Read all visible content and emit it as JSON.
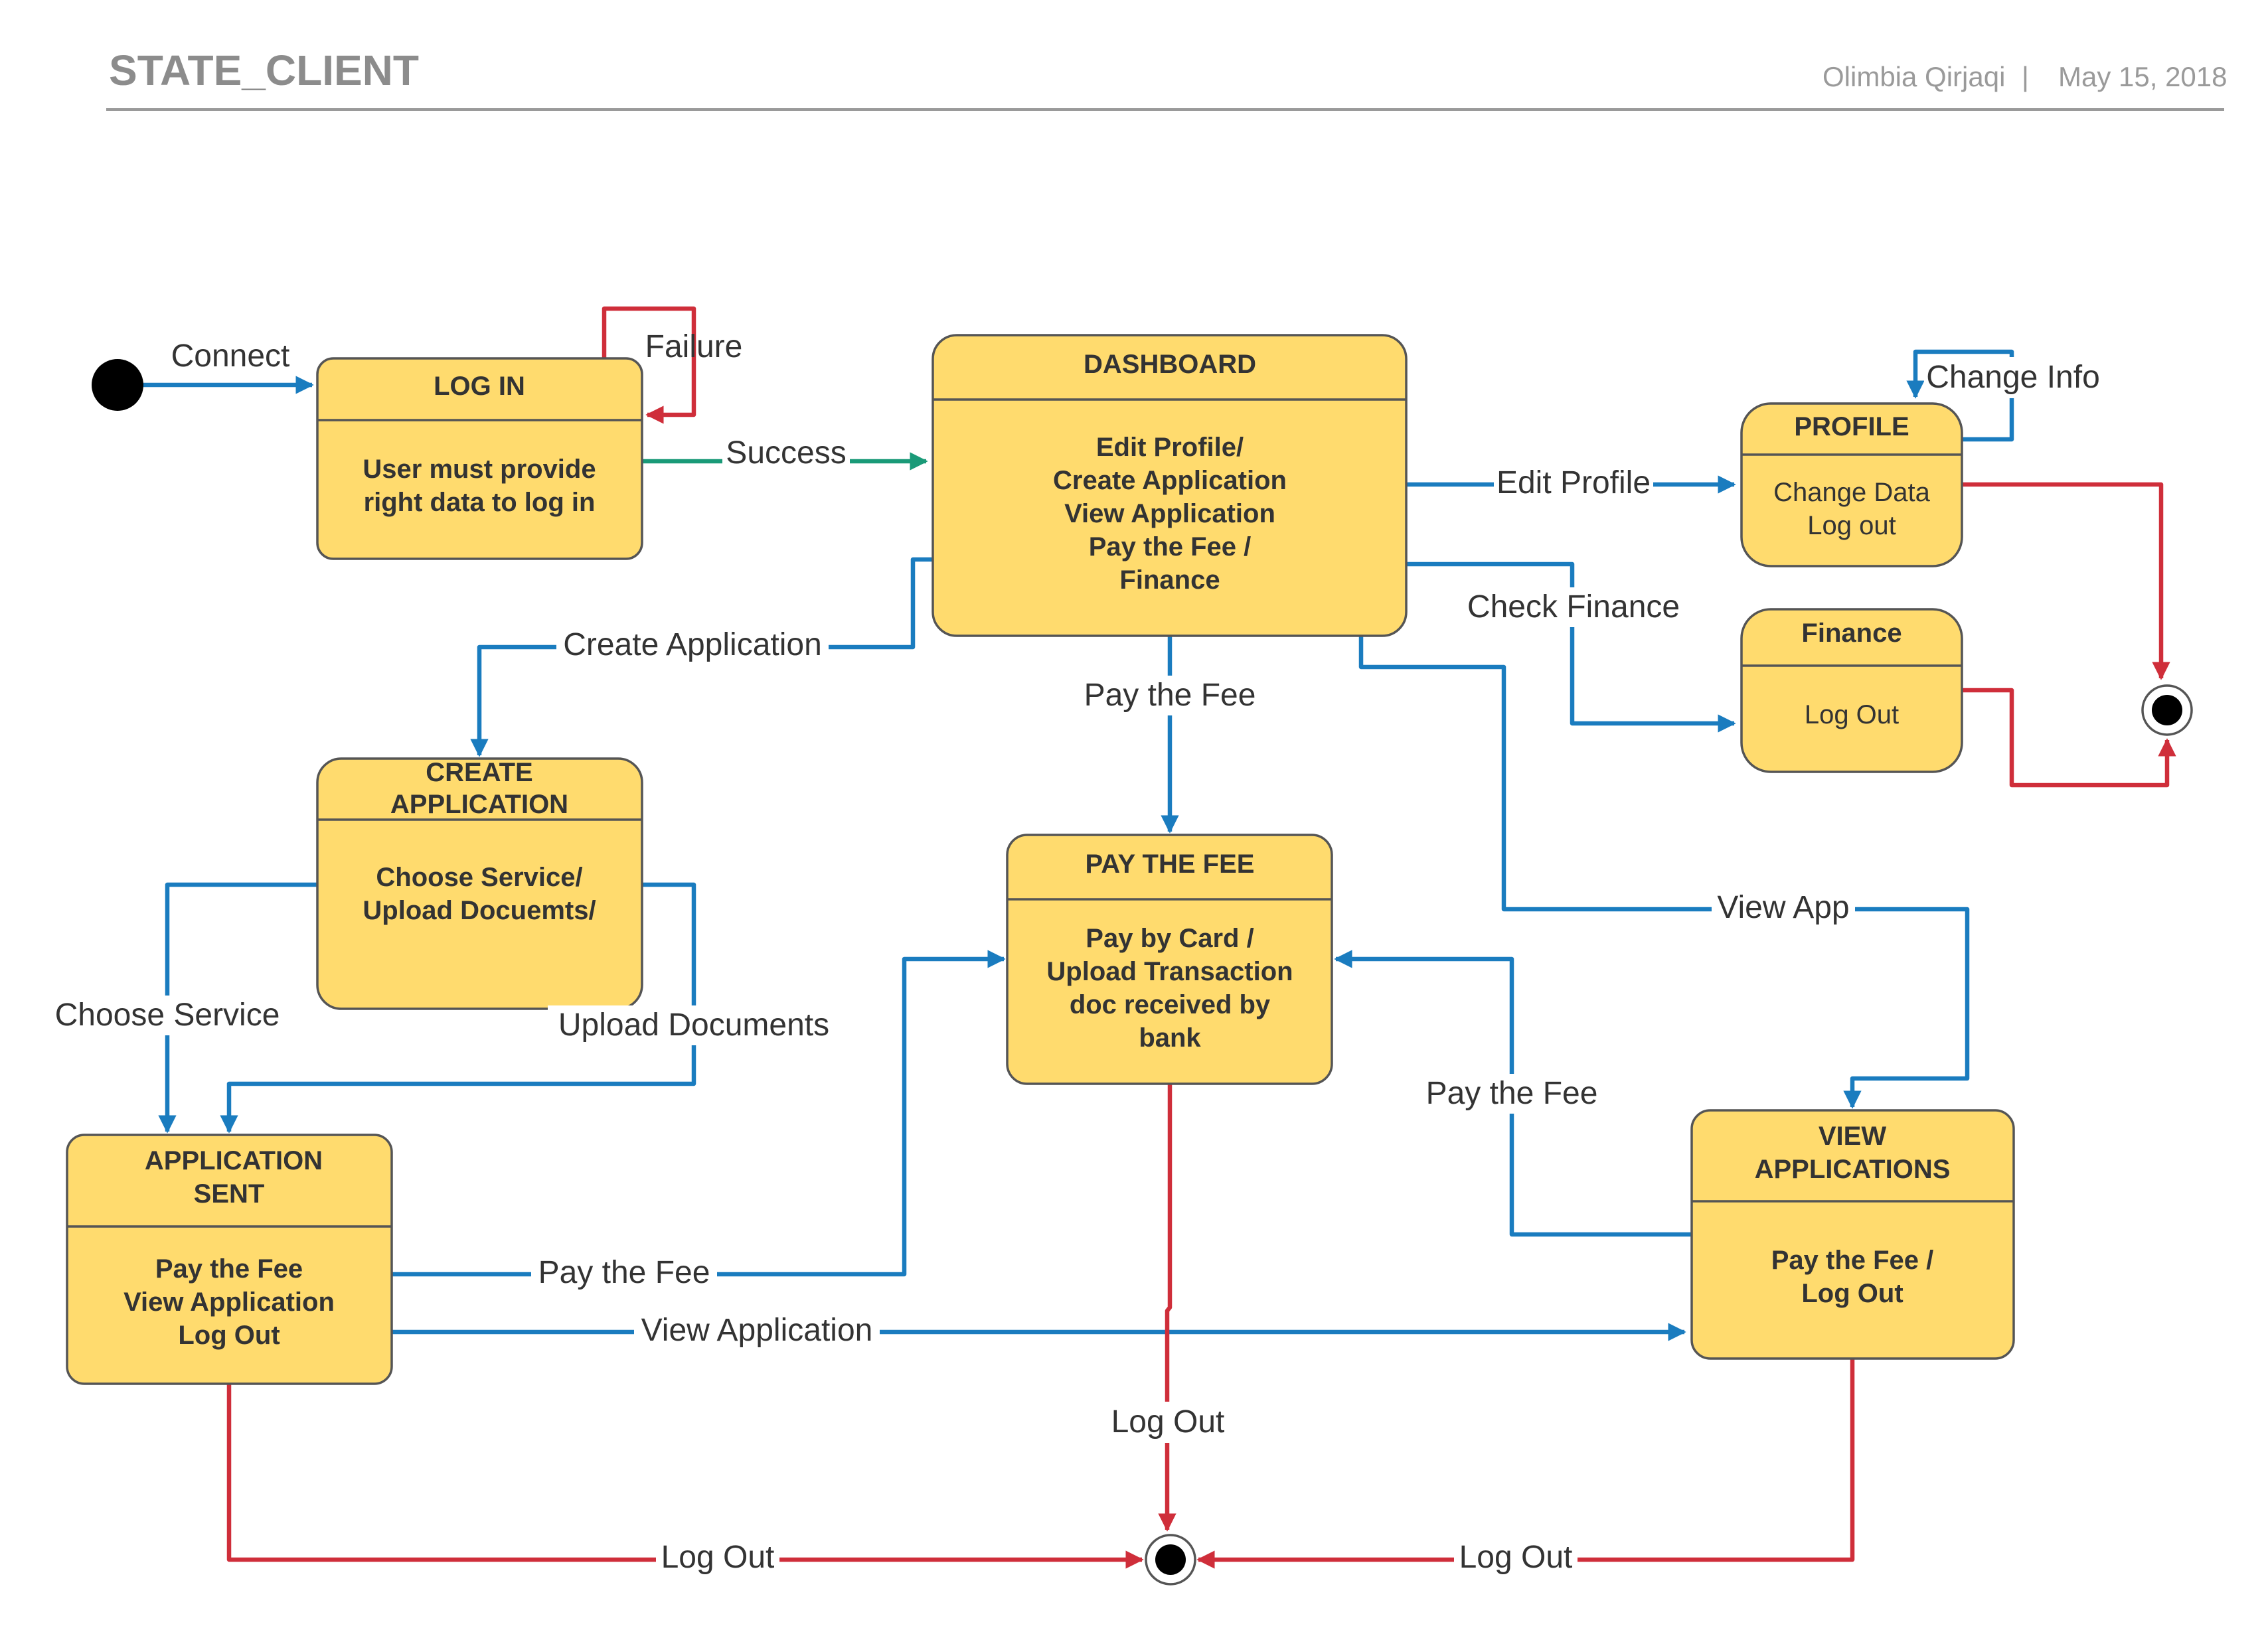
{
  "header": {
    "title": "STATE_CLIENT",
    "author": "Olimbia Qirjaqi",
    "separator": "|",
    "date": "May 15, 2018"
  },
  "colors": {
    "state_fill": "#ffdb6e",
    "state_stroke": "#555555",
    "transition_blue": "#1a7cbf",
    "transition_red": "#cf2e3a",
    "transition_green": "#1a9a78"
  },
  "states": {
    "login": {
      "title": "LOG IN",
      "body": [
        "User must provide",
        "right data to log in"
      ]
    },
    "dashboard": {
      "title": "DASHBOARD",
      "body": [
        "Edit Profile/",
        "Create Application",
        "View Application",
        "Pay the Fee /",
        "Finance"
      ]
    },
    "profile": {
      "title": "PROFILE",
      "body": [
        "Change Data",
        "Log out"
      ]
    },
    "finance": {
      "title": "Finance",
      "body": [
        "Log Out"
      ]
    },
    "create_application": {
      "title": [
        "CREATE",
        "APPLICATION"
      ],
      "body": [
        "Choose Service/",
        "Upload Docuemts/"
      ]
    },
    "pay_the_fee": {
      "title": "PAY THE FEE",
      "body": [
        "Pay by Card /",
        "Upload Transaction",
        "doc received by",
        "bank"
      ]
    },
    "application_sent": {
      "title": [
        "APPLICATION",
        "SENT"
      ],
      "body": [
        "Pay the Fee",
        "View Application",
        "Log Out"
      ]
    },
    "view_applications": {
      "title": [
        "VIEW",
        "APPLICATIONS"
      ],
      "body": [
        "Pay the Fee /",
        "Log Out"
      ]
    }
  },
  "transitions": {
    "connect": "Connect",
    "failure": "Failure",
    "success": "Success",
    "edit_profile": "Edit Profile",
    "change_info": "Change Info",
    "check_finance": "Check Finance",
    "create_application": "Create Application",
    "pay_the_fee_dashboard": "Pay the Fee",
    "view_app": "View App",
    "choose_service": "Choose Service",
    "upload_documents": "Upload Documents",
    "pay_the_fee_sent": "Pay the Fee",
    "view_application": "View Application",
    "pay_the_fee_view": "Pay the Fee",
    "log_out_fee": "Log Out",
    "log_out_sent": "Log Out",
    "log_out_view": "Log Out"
  }
}
